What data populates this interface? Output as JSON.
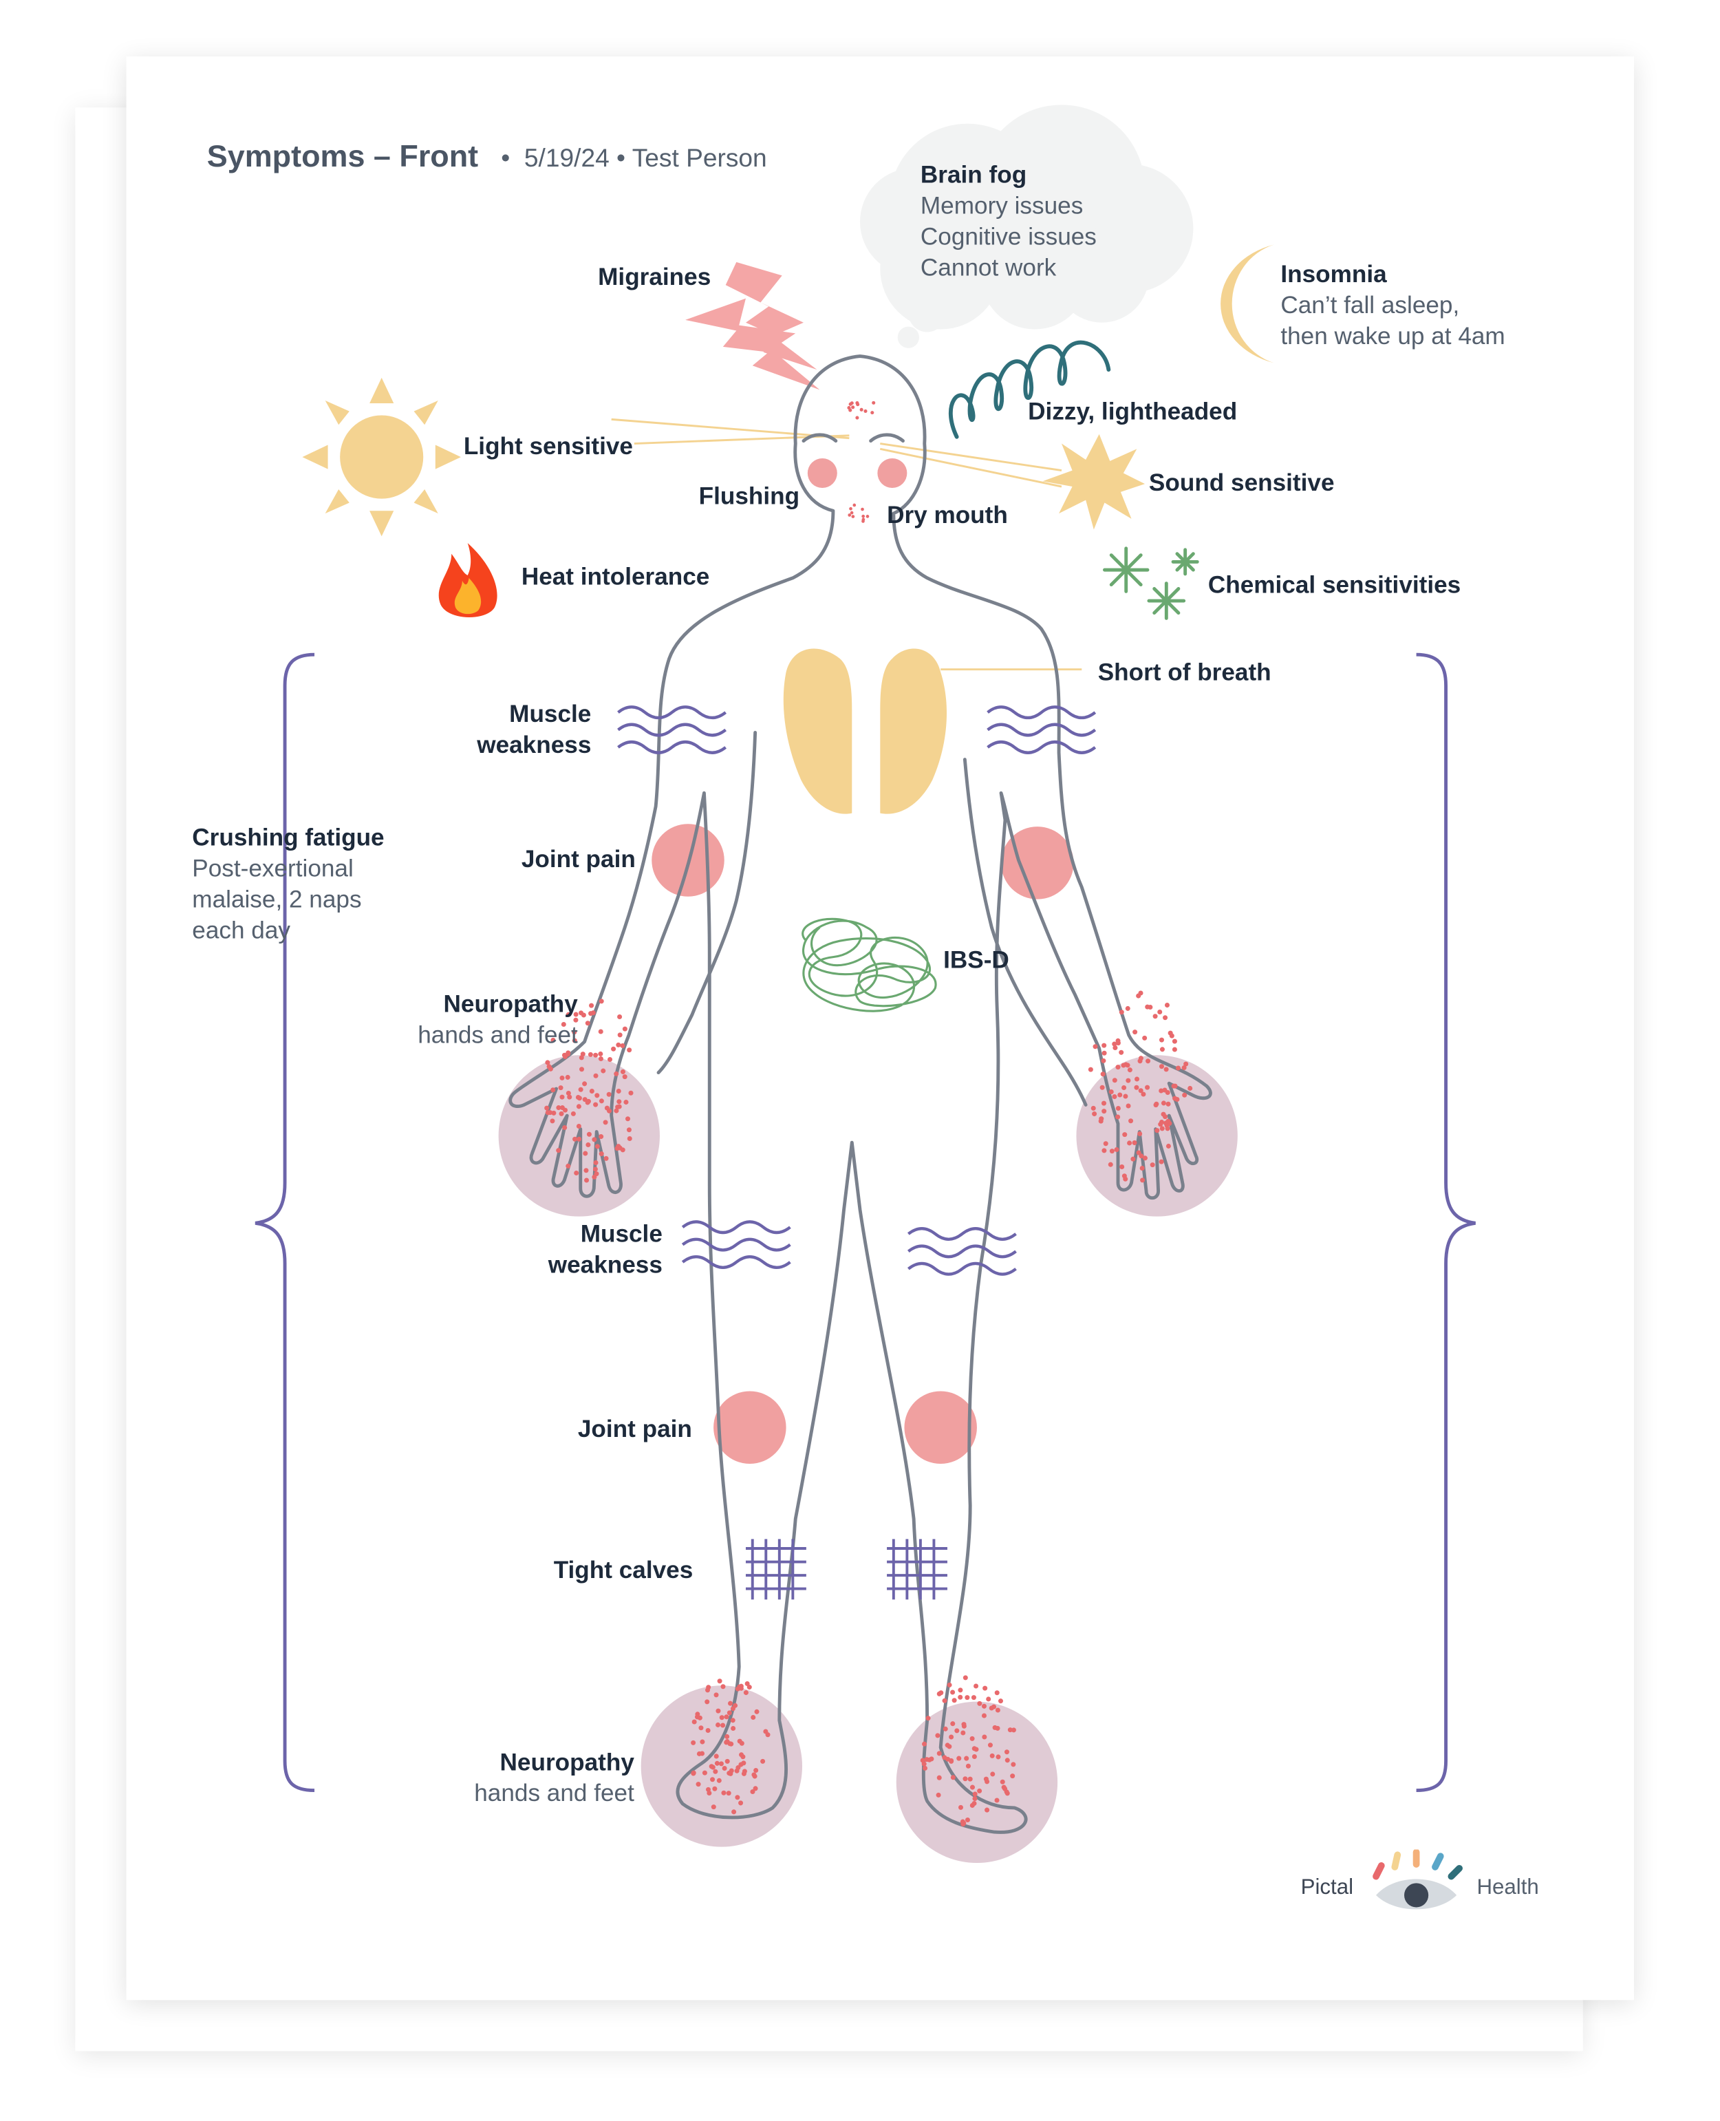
{
  "header": {
    "title": "Symptoms – Front",
    "separator": "•",
    "date": "5/19/24",
    "person_prefix": "• ",
    "person": "Test Person"
  },
  "labels": {
    "brain_fog": {
      "title": "Brain fog",
      "lines": [
        "Memory issues",
        "Cognitive issues",
        "Cannot work"
      ]
    },
    "migraines": "Migraines",
    "insomnia": {
      "title": "Insomnia",
      "lines": [
        "Can’t fall asleep,",
        "then wake up at 4am"
      ]
    },
    "dizzy": "Dizzy, lightheaded",
    "light_sensitive": "Light sensitive",
    "sound_sensitive": "Sound sensitive",
    "flushing": "Flushing",
    "dry_mouth": "Dry mouth",
    "heat_intolerance": "Heat intolerance",
    "chemical_sensitivities": "Chemical sensitivities",
    "short_of_breath": "Short of breath",
    "muscle_weakness_upper": [
      "Muscle",
      "weakness"
    ],
    "joint_pain_upper": "Joint pain",
    "ibs": "IBS-D",
    "crushing_fatigue": {
      "title": "Crushing fatigue",
      "lines": [
        "Post-exertional",
        "malaise, 2 naps",
        "each day"
      ]
    },
    "neuropathy_upper": {
      "title": "Neuropathy",
      "sub": "hands and feet"
    },
    "muscle_weakness_lower": [
      "Muscle",
      "weakness"
    ],
    "joint_pain_lower": "Joint pain",
    "tight_calves": "Tight calves",
    "neuropathy_lower": {
      "title": "Neuropathy",
      "sub": "hands and feet"
    }
  },
  "logo": {
    "left": "Pictal",
    "right": "Health"
  },
  "colors": {
    "body_outline": "#79808c",
    "yellow": "#f4d391",
    "pink": "#f0a0a0",
    "purple": "#6c64aa",
    "dots": "#e8696c",
    "green": "#6aa870",
    "teal": "#2f6f7a",
    "neuropathy_circle": "#e0cbd5",
    "cloud": "#f2f3f3"
  }
}
